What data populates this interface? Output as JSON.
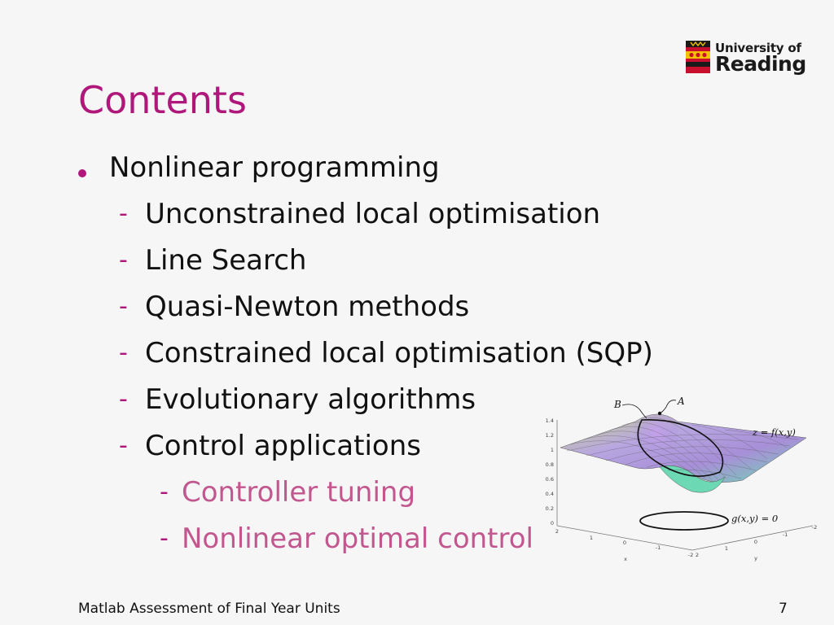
{
  "logo": {
    "line1": "University of",
    "line2": "Reading"
  },
  "title": "Contents",
  "items": [
    {
      "level": 0,
      "text": "Nonlinear programming"
    },
    {
      "level": 1,
      "text": "Unconstrained local optimisation"
    },
    {
      "level": 1,
      "text": "Line Search"
    },
    {
      "level": 1,
      "text": "Quasi-Newton methods"
    },
    {
      "level": 1,
      "text": "Constrained local optimisation (SQP)"
    },
    {
      "level": 1,
      "text": "Evolutionary algorithms"
    },
    {
      "level": 1,
      "text": "Control applications"
    },
    {
      "level": 2,
      "text": "Controller tuning"
    },
    {
      "level": 2,
      "text": "Nonlinear optimal control"
    }
  ],
  "figure": {
    "label_b": "B",
    "label_a": "A",
    "surface_label": "z = f(x,y)",
    "constraint_label": "g(x,y) = 0",
    "z_ticks": [
      "0",
      "0.2",
      "0.4",
      "0.6",
      "0.8",
      "1",
      "1.2",
      "1.4"
    ],
    "x_ticks": [
      "2",
      "1",
      "0",
      "-1",
      "-2"
    ],
    "y_ticks": [
      "2",
      "1",
      "0",
      "-1",
      "-2"
    ],
    "x_axis_label": "x",
    "y_axis_label": "y"
  },
  "footer": {
    "text": "Matlab Assessment of Final Year Units",
    "page": "7"
  }
}
